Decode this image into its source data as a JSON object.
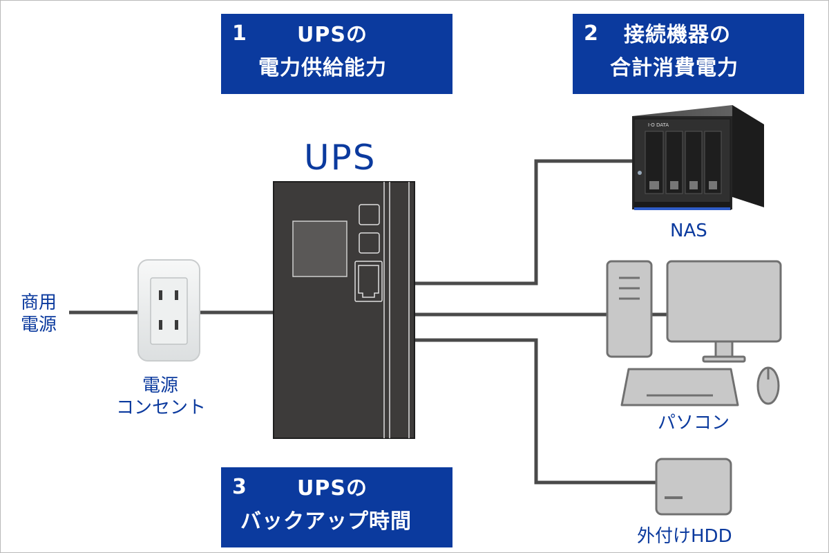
{
  "boxes": {
    "box1": {
      "num": "1",
      "line1": "UPSの",
      "line2": "電力供給能力"
    },
    "box2": {
      "num": "2",
      "line1": "接続機器の",
      "line2": "合計消費電力"
    },
    "box3": {
      "num": "3",
      "line1": "UPSの",
      "line2": "バックアップ時間"
    }
  },
  "labels": {
    "ups": "UPS",
    "commercial_power_1": "商用",
    "commercial_power_2": "電源",
    "outlet_1": "電源",
    "outlet_2": "コンセント",
    "nas": "NAS",
    "pc": "パソコン",
    "hdd": "外付けHDD",
    "nas_brand": "I·O DATA"
  },
  "colors": {
    "accent_blue": "#0b3a9e",
    "ups_body": "#3d3b3a",
    "cable": "#4a4a4a",
    "device_gray": "#c8c8c8"
  }
}
